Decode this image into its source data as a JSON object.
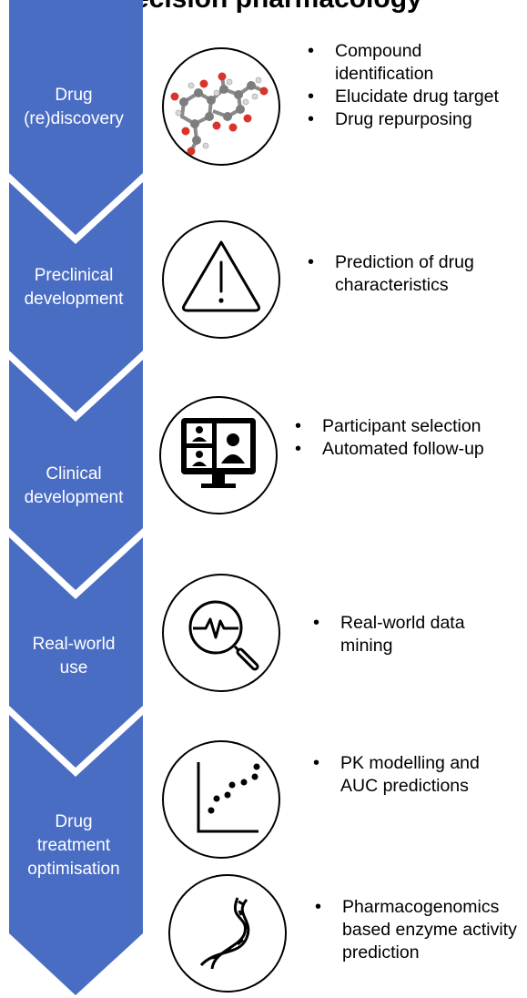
{
  "title": "Precision pharmacology",
  "stages": [
    {
      "label": "Drug\n(re)discovery"
    },
    {
      "label": "Preclinical\ndevelopment"
    },
    {
      "label": "Clinical\ndevelopment"
    },
    {
      "label": "Real-world\nuse"
    },
    {
      "label": "Drug\ntreatment\noptimisation"
    }
  ],
  "icons": [
    {
      "name": "molecule-icon"
    },
    {
      "name": "warning-icon"
    },
    {
      "name": "video-call-monitor-icon"
    },
    {
      "name": "magnifier-heartbeat-icon"
    },
    {
      "name": "scatter-plot-icon"
    },
    {
      "name": "dna-icon"
    }
  ],
  "bullet_groups": [
    [
      "Compound identification",
      "Elucidate drug target",
      "Drug repurposing"
    ],
    [
      "Prediction of drug characteristics"
    ],
    [
      "Participant selection",
      "Automated follow-up"
    ],
    [
      "Real-world data mining"
    ],
    [
      "PK modelling and AUC predictions"
    ],
    [
      "Pharmacogenomics based enzyme activity prediction"
    ]
  ],
  "colors": {
    "arrow": "#4a6dc4",
    "text_on_arrow": "#ffffff",
    "line": "#000000"
  }
}
